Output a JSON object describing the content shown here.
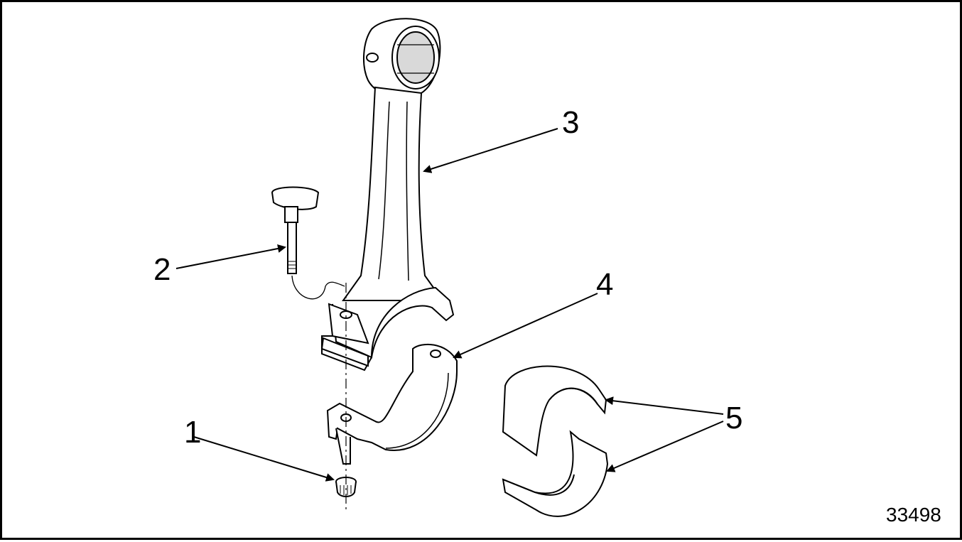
{
  "callouts": [
    {
      "id": "1",
      "text": "1"
    },
    {
      "id": "2",
      "text": "2"
    },
    {
      "id": "3",
      "text": "3"
    },
    {
      "id": "4",
      "text": "4"
    },
    {
      "id": "5",
      "text": "5"
    }
  ],
  "figure_number": "33498",
  "colors": {
    "line": "#000000",
    "fill": "#ffffff",
    "shade": "#b3b3b3"
  }
}
